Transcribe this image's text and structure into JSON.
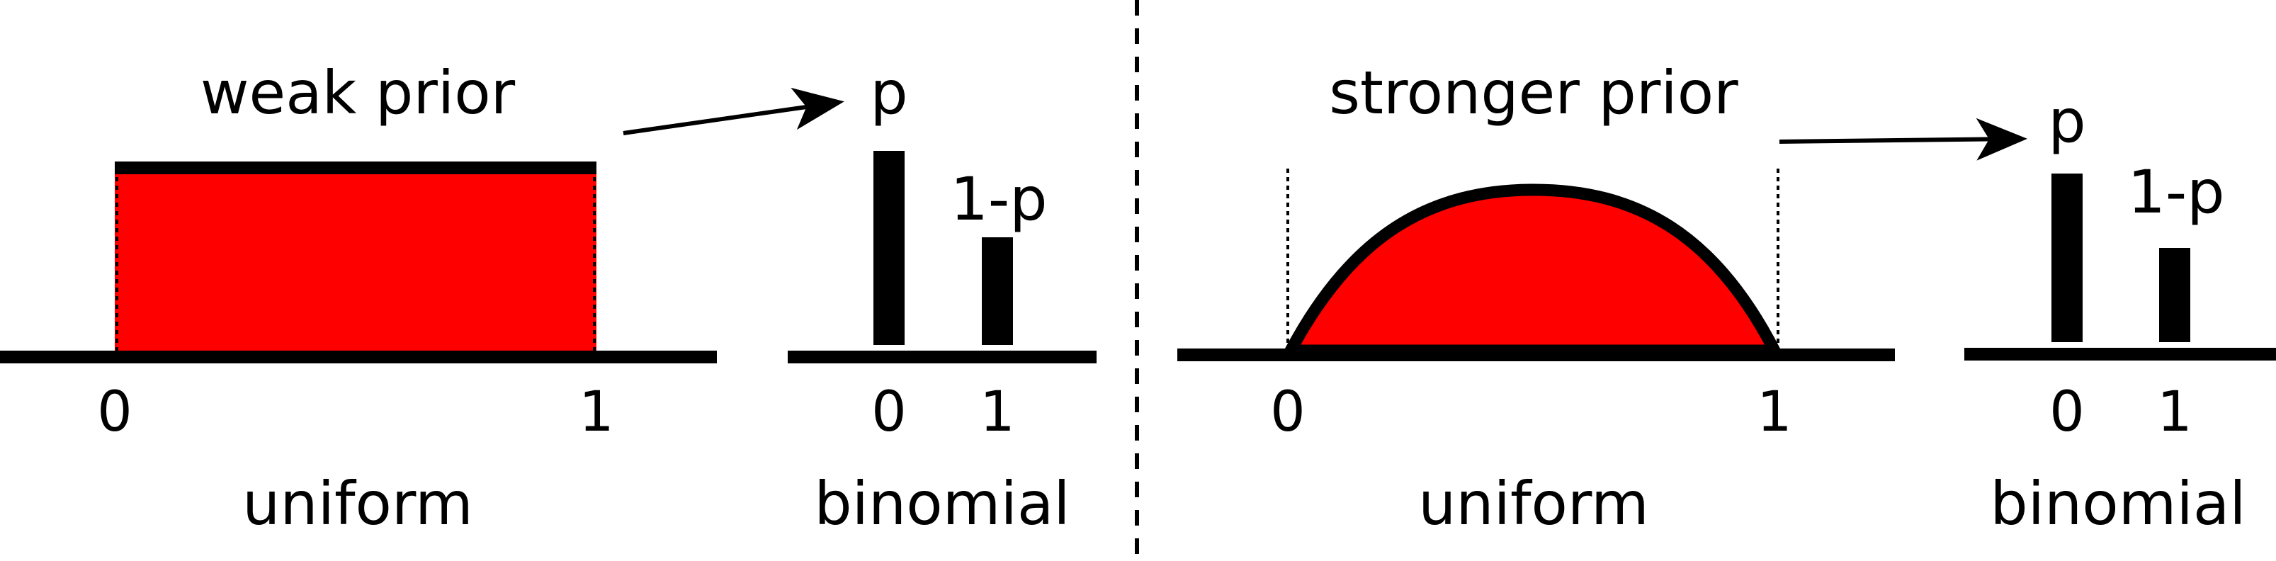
{
  "colors": {
    "fill": "#ff0000",
    "stroke": "#000000",
    "background": "#ffffff"
  },
  "left_panel": {
    "prior_label": "weak prior",
    "prior_shape": "flat rectangle",
    "axis_ticks": [
      "0",
      "1"
    ],
    "distribution_label": "uniform",
    "binomial": {
      "p_label": "p",
      "q_label": "1-p",
      "ticks": [
        "0",
        "1"
      ],
      "label": "binomial"
    }
  },
  "right_panel": {
    "prior_label": "stronger prior",
    "prior_shape": "semicircle",
    "axis_ticks": [
      "0",
      "1"
    ],
    "distribution_label": "uniform",
    "binomial": {
      "p_label": "p",
      "q_label": "1-p",
      "ticks": [
        "0",
        "1"
      ],
      "label": "binomial"
    }
  }
}
